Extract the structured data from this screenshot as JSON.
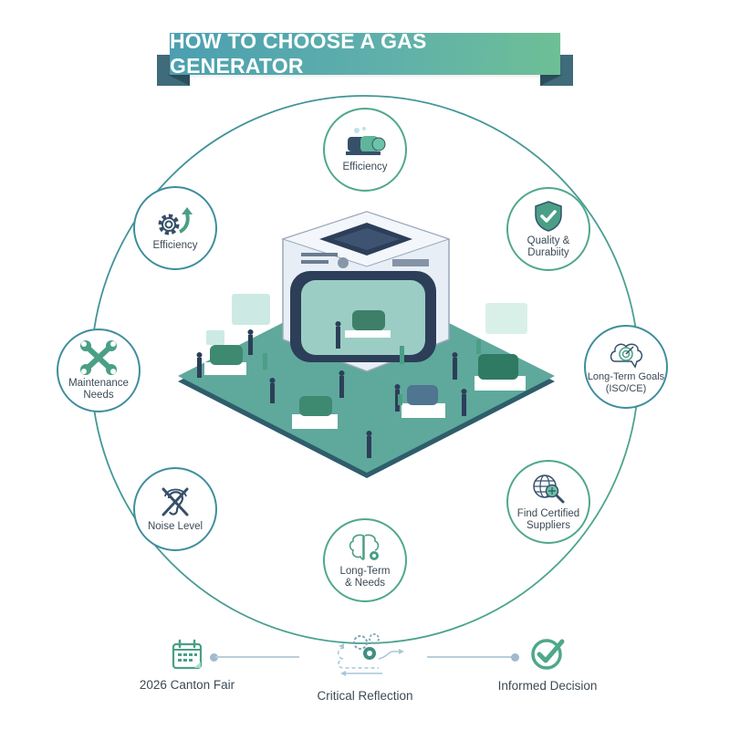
{
  "title": "HOW TO CHOOSE A GAS GENERATOR",
  "colors": {
    "banner_start": "#4b9fb0",
    "banner_end": "#6dbf96",
    "banner_tail": "#3f6b7b",
    "ring_green": "#4fa88b",
    "ring_blue": "#3e8e9c",
    "icon_green": "#4a9f86",
    "icon_navy": "#36506a",
    "text": "#3b4a56"
  },
  "cycle": {
    "nodes": [
      {
        "id": "top",
        "label_lines": [
          "Efficiency"
        ],
        "icon": "generator-icon"
      },
      {
        "id": "top-right",
        "label_lines": [
          "Quality &",
          "Durabiity"
        ],
        "icon": "shield-check-icon"
      },
      {
        "id": "right",
        "label_lines": [
          "Long-Term Goals",
          "(ISO/CE)"
        ],
        "icon": "target-thought-icon"
      },
      {
        "id": "bottom-right",
        "label_lines": [
          "Find Certified",
          "Suppliers"
        ],
        "icon": "globe-search-icon"
      },
      {
        "id": "bottom",
        "label_lines": [
          "Long-Term",
          "& Needs"
        ],
        "icon": "brain-gear-icon"
      },
      {
        "id": "bottom-left",
        "label_lines": [
          "Noise Level"
        ],
        "icon": "ear-crossed-icon"
      },
      {
        "id": "left",
        "label_lines": [
          "Maintenance",
          "Needs"
        ],
        "icon": "wrenches-icon"
      },
      {
        "id": "top-left",
        "label_lines": [
          "Efficiency"
        ],
        "icon": "gear-arrow-icon"
      }
    ],
    "center_illustration": "isometric-generator-showroom-illustration"
  },
  "footer": {
    "steps": [
      {
        "label": "2026 Canton Fair",
        "icon": "calendar-icon"
      },
      {
        "label": "Critical Reflection",
        "icon": "gears-loop-icon"
      },
      {
        "label": "Informed Decision",
        "icon": "check-circle-icon"
      }
    ]
  }
}
